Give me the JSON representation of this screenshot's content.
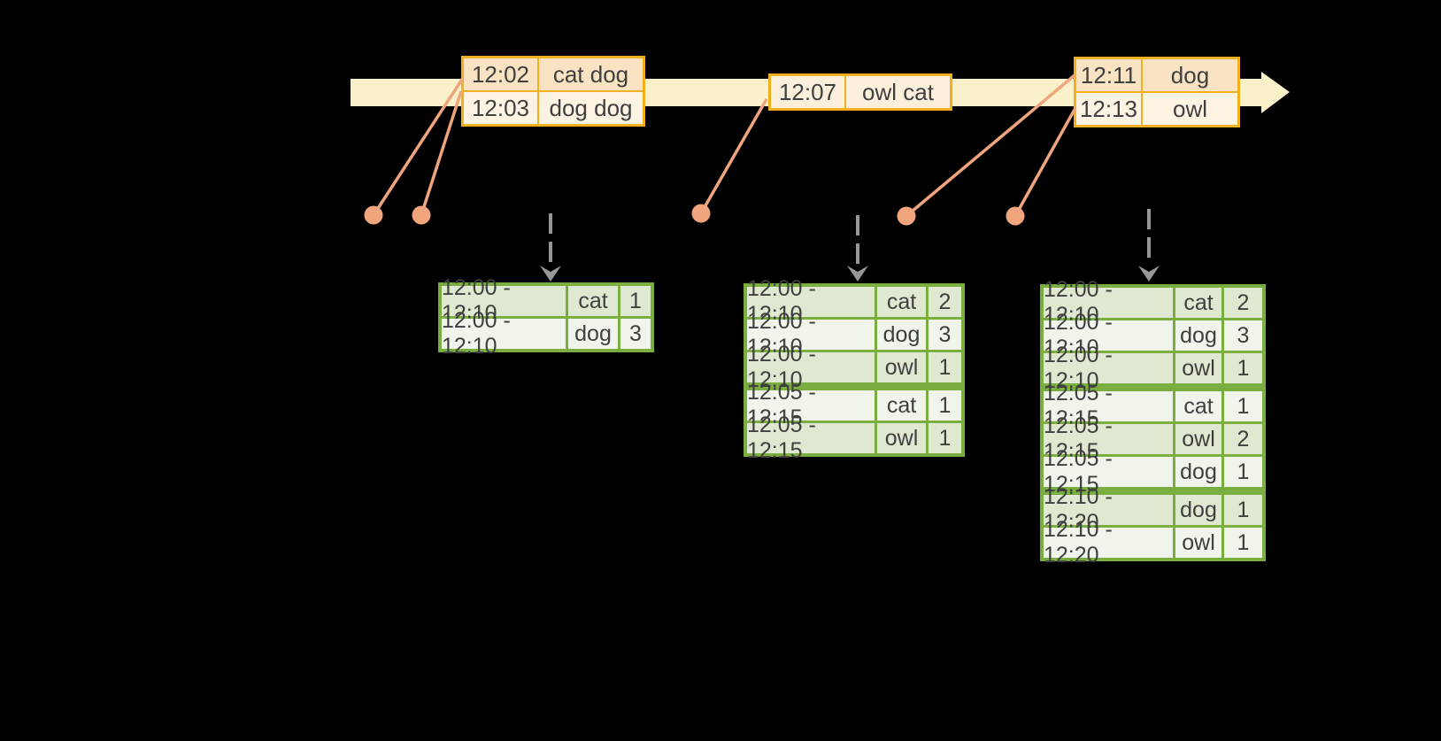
{
  "colors": {
    "background": "#000000",
    "timeline_fill": "#FAF0CA",
    "event_box_border": "#F2B01E",
    "event_row_peach": "#FAE3C2",
    "event_row_cream": "#FDF3E3",
    "connector_salmon": "#F0A57C",
    "trigger_arrow_gray": "#979797",
    "table_border_green": "#7BAE40",
    "table_cell_dark": "#DFE9D1",
    "table_cell_light": "#F0F4EA",
    "text": "#3F3F3F"
  },
  "icons": {
    "timeline_arrowhead": "right-arrow",
    "event_marker": "filled-dot",
    "trigger_arrow": "dashed-down-arrow"
  },
  "event_boxes": [
    {
      "rows": [
        {
          "time": "12:02",
          "words": "cat dog"
        },
        {
          "time": "12:03",
          "words": "dog dog"
        }
      ]
    },
    {
      "rows": [
        {
          "time": "12:07",
          "words": "owl cat"
        }
      ]
    },
    {
      "rows": [
        {
          "time": "12:11",
          "words": "dog"
        },
        {
          "time": "12:13",
          "words": "owl"
        }
      ]
    }
  ],
  "result_tables": [
    {
      "rows": [
        {
          "window": "12:00 - 12:10",
          "word": "cat",
          "count": "1"
        },
        {
          "window": "12:00 - 12:10",
          "word": "dog",
          "count": "3"
        }
      ]
    },
    {
      "rows": [
        {
          "window": "12:00 - 12:10",
          "word": "cat",
          "count": "2"
        },
        {
          "window": "12:00 - 12:10",
          "word": "dog",
          "count": "3"
        },
        {
          "window": "12:00 - 12:10",
          "word": "owl",
          "count": "1"
        },
        {
          "window": "12:05 - 12:15",
          "word": "cat",
          "count": "1"
        },
        {
          "window": "12:05 - 12:15",
          "word": "owl",
          "count": "1"
        }
      ]
    },
    {
      "rows": [
        {
          "window": "12:00 - 12:10",
          "word": "cat",
          "count": "2"
        },
        {
          "window": "12:00 - 12:10",
          "word": "dog",
          "count": "3"
        },
        {
          "window": "12:00 - 12:10",
          "word": "owl",
          "count": "1"
        },
        {
          "window": "12:05 - 12:15",
          "word": "cat",
          "count": "1"
        },
        {
          "window": "12:05 - 12:15",
          "word": "owl",
          "count": "2"
        },
        {
          "window": "12:05 - 12:15",
          "word": "dog",
          "count": "1"
        },
        {
          "window": "12:10 - 12:20",
          "word": "dog",
          "count": "1"
        },
        {
          "window": "12:10 - 12:20",
          "word": "owl",
          "count": "1"
        }
      ]
    }
  ]
}
